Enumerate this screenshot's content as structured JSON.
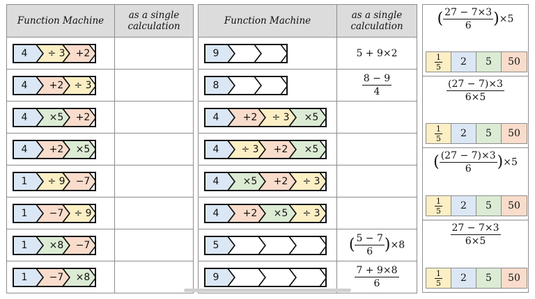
{
  "headers": {
    "function_machine": "Function Machine",
    "single_calc": "as a single calculation"
  },
  "left_rows": [
    {
      "start": "4",
      "ops": [
        "÷ 3",
        "+2"
      ],
      "colors": [
        "yellow",
        "orange"
      ]
    },
    {
      "start": "4",
      "ops": [
        "+2",
        "÷ 3"
      ],
      "colors": [
        "orange",
        "yellow"
      ]
    },
    {
      "start": "4",
      "ops": [
        "×5",
        "+2"
      ],
      "colors": [
        "green",
        "orange"
      ]
    },
    {
      "start": "4",
      "ops": [
        "+2",
        "×5"
      ],
      "colors": [
        "orange",
        "green"
      ]
    },
    {
      "start": "1",
      "ops": [
        "÷ 9",
        "−7"
      ],
      "colors": [
        "yellow",
        "orange"
      ]
    },
    {
      "start": "1",
      "ops": [
        "−7",
        "÷ 9"
      ],
      "colors": [
        "orange",
        "yellow"
      ]
    },
    {
      "start": "1",
      "ops": [
        "×8",
        "−7"
      ],
      "colors": [
        "green",
        "orange"
      ]
    },
    {
      "start": "1",
      "ops": [
        "−7",
        "×8"
      ],
      "colors": [
        "orange",
        "green"
      ]
    }
  ],
  "mid_rows": [
    {
      "start": "9",
      "ops": [
        "",
        ""
      ],
      "colors": [
        "white",
        "white"
      ],
      "calc": "5 + 9×2"
    },
    {
      "start": "8",
      "ops": [
        "",
        ""
      ],
      "colors": [
        "white",
        "white"
      ],
      "calc_frac": {
        "num": "8 − 9",
        "den": "4"
      }
    },
    {
      "start": "4",
      "ops": [
        "+2",
        "÷ 3",
        "×5"
      ],
      "colors": [
        "orange",
        "yellow",
        "green"
      ],
      "calc": ""
    },
    {
      "start": "4",
      "ops": [
        "÷ 3",
        "+2",
        "×5"
      ],
      "colors": [
        "yellow",
        "orange",
        "green"
      ],
      "calc": ""
    },
    {
      "start": "4",
      "ops": [
        "×5",
        "+2",
        "÷ 3"
      ],
      "colors": [
        "green",
        "orange",
        "yellow"
      ],
      "calc": ""
    },
    {
      "start": "4",
      "ops": [
        "+2",
        "×5",
        "÷ 3"
      ],
      "colors": [
        "orange",
        "green",
        "yellow"
      ],
      "calc": ""
    },
    {
      "start": "5",
      "ops": [
        "",
        "",
        ""
      ],
      "colors": [
        "white",
        "white",
        "white"
      ],
      "calc_paren": {
        "num": "5 − 7",
        "den": "6",
        "after": "×8"
      }
    },
    {
      "start": "9",
      "ops": [
        "",
        "",
        ""
      ],
      "colors": [
        "white",
        "white",
        "white"
      ],
      "calc_frac": {
        "num": "7 + 9×8",
        "den": "6"
      }
    }
  ],
  "right_questions": [
    {
      "num": "27 − 7×3",
      "den": "6",
      "paren": true,
      "after": "×5"
    },
    {
      "num": "(27 − 7)×3",
      "den": "6×5",
      "paren": false,
      "after": ""
    },
    {
      "num": "(27 − 7)×3",
      "den": "6",
      "paren": true,
      "after": "×5"
    },
    {
      "num": "27 − 7×3",
      "den": "6×5",
      "paren": false,
      "after": ""
    }
  ],
  "options": {
    "frac_num": "1",
    "frac_den": "5",
    "values": [
      "2",
      "5",
      "50"
    ]
  },
  "colors": {
    "blue": "#dbe7f5",
    "yellow": "#fcefc4",
    "orange": "#f9dccb",
    "green": "#dcebd4",
    "header": "#dcdcdc"
  }
}
